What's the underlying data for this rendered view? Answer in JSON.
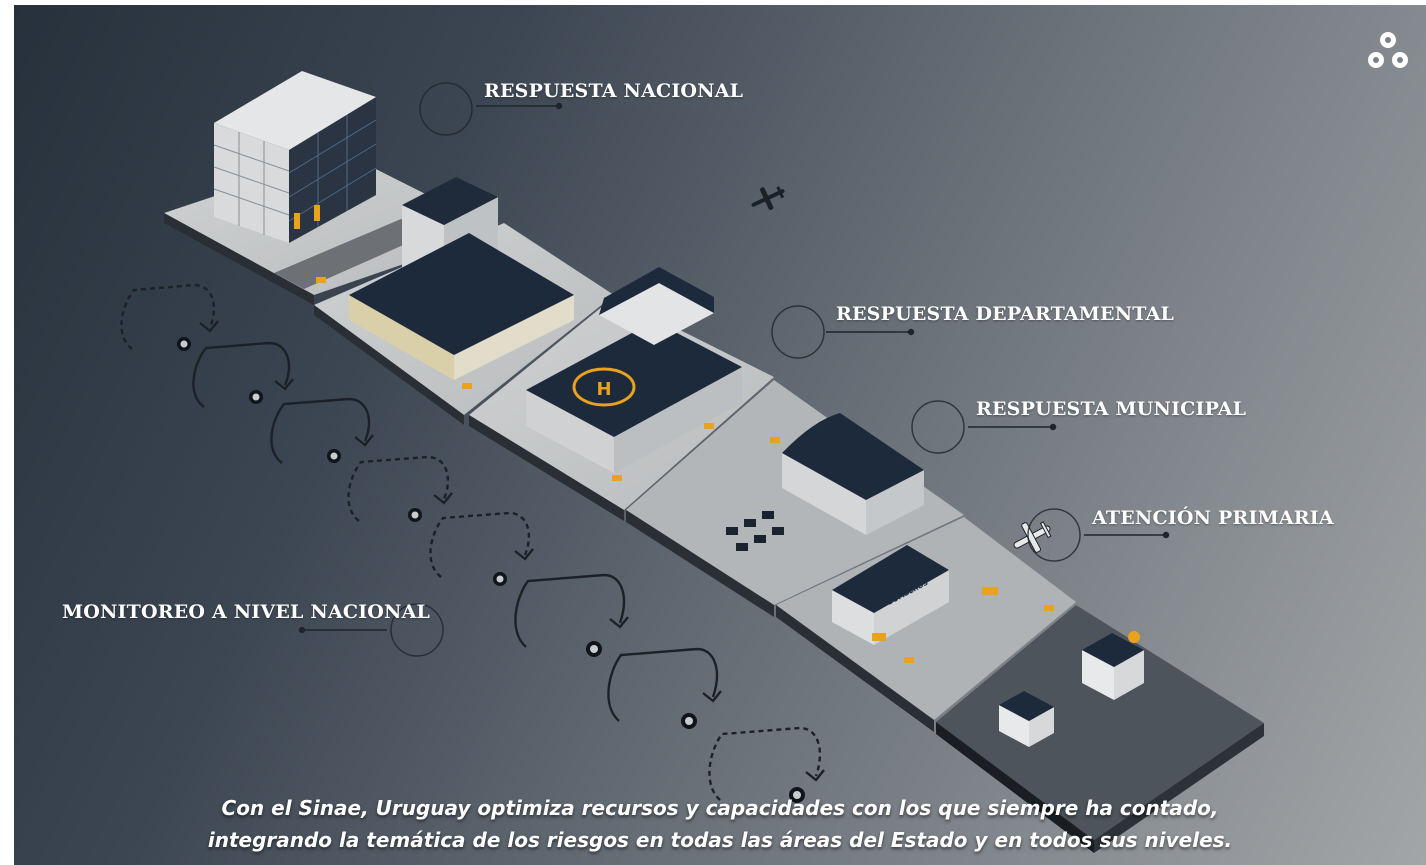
{
  "labels": {
    "respuesta_nacional": "RESPUESTA NACIONAL",
    "respuesta_departamental": "RESPUESTA DEPARTAMENTAL",
    "respuesta_municipal": "RESPUESTA MUNICIPAL",
    "atencion_primaria": "ATENCIÓN PRIMARIA",
    "monitoreo": "MONITOREO A NIVEL NACIONAL"
  },
  "caption": {
    "line1": "Con el Sinae, Uruguay optimiza recursos y capacidades con los que siempre ha contado,",
    "line2": "integrando la temática de los riesgos en todas las áreas del Estado y en todos sus niveles."
  },
  "helipad_letter": "H",
  "firestation_sign": "BOMBEROS",
  "icons": [
    "sinae-logo-icon",
    "drone-icon",
    "airplane-icon",
    "helipad-icon",
    "flow-loop-icon"
  ],
  "colors": {
    "accent_yellow": "#e8a21c",
    "roof_navy": "#1d2a3c",
    "label_white": "#ffffff"
  }
}
